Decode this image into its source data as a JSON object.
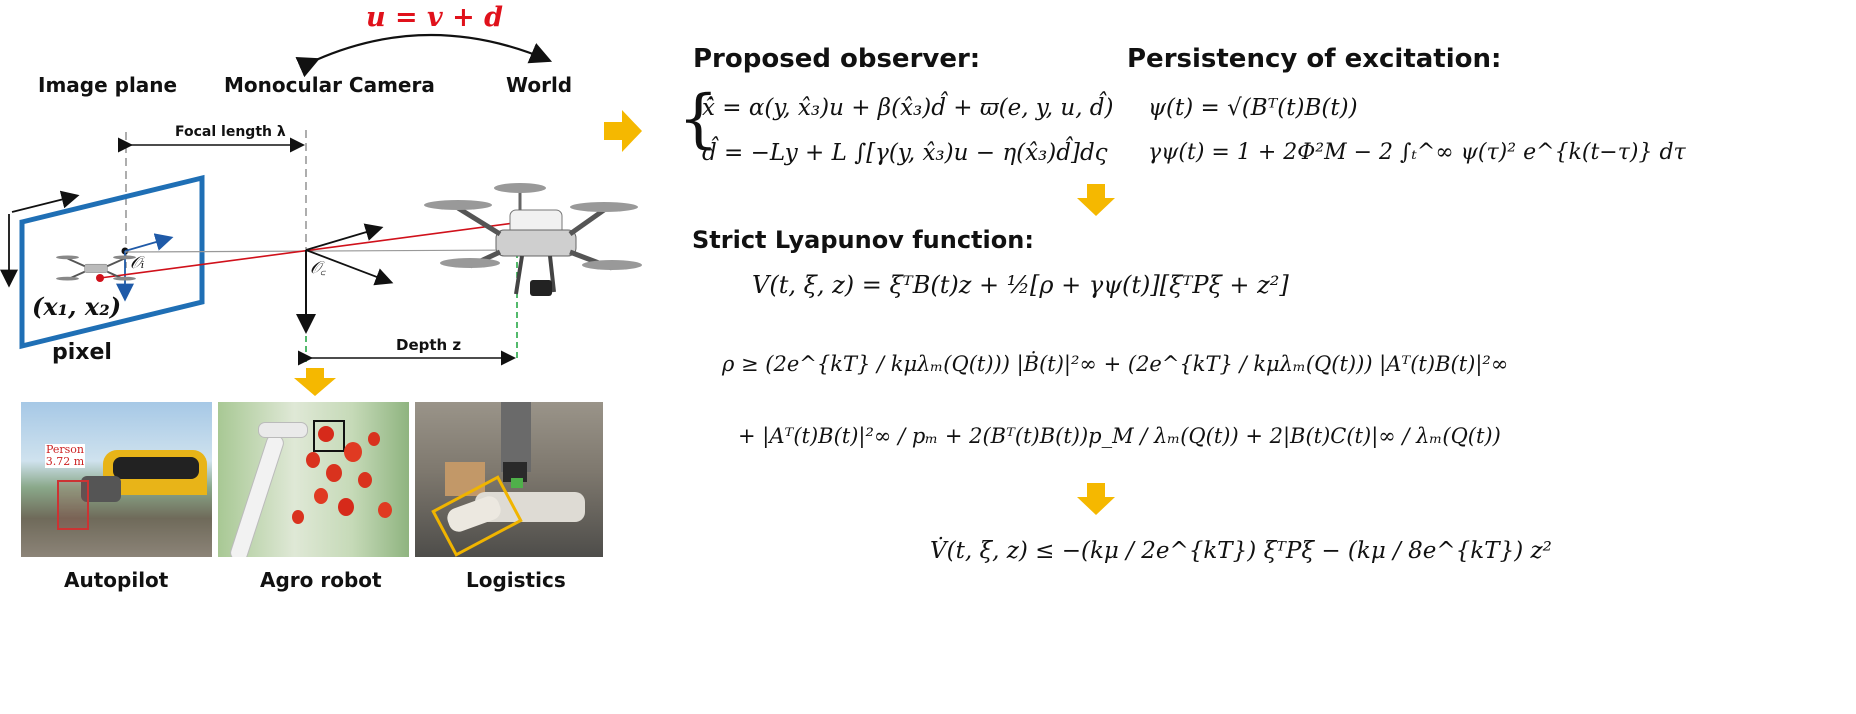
{
  "diagram": {
    "relation_eq": "u = v + d",
    "labels": {
      "image_plane": "Image plane",
      "camera": "Monocular Camera",
      "world": "World",
      "focal_length": "Focal length λ",
      "depth": "Depth z",
      "pixel_coords": "(x₁, x₂)",
      "pixel": "pixel",
      "oi": "𝒪ᵢ",
      "oc": "𝒪꜀"
    },
    "photos": [
      {
        "caption": "Autopilot",
        "tag_label": "Person",
        "tag_value": "3.72 m"
      },
      {
        "caption": "Agro robot"
      },
      {
        "caption": "Logistics"
      }
    ]
  },
  "observer": {
    "title": "Proposed observer:",
    "eq1": "x̂̇ = α(y, x̂₃)u + β(x̂₃)d̂ + ϖ(e, y, u, d̂)",
    "eq2": "d̂ = −Ly + L ∫[γ(y, x̂₃)u − η(x̂₃)d̂]dς"
  },
  "pe": {
    "title": "Persistency of excitation:",
    "eq1": "ψ(t) = √(Bᵀ(t)B(t))",
    "eq2": "γψ(t) = 1 + 2Φ²M − 2 ∫ₜ^∞ ψ(τ)² e^{k(t−τ)} dτ"
  },
  "lyapunov": {
    "title": "Strict Lyapunov function:",
    "V": "V(t, ξ, z) = ξᵀB(t)z + ½[ρ + γψ(t)][ξᵀPξ + z²]",
    "rho_line1": "ρ ≥ (2e^{kT} / kμλₘ(Q(t))) |Ḃ(t)|²∞ + (2e^{kT} / kμλₘ(Q(t))) |Aᵀ(t)B(t)|²∞",
    "rho_line2": "+ |Aᵀ(t)B(t)|²∞ / pₘ + 2(Bᵀ(t)B(t))p_M / λₘ(Q(t)) + 2|B(t)C(t)|∞ / λₘ(Q(t))",
    "Vdot": "V̇(t, ξ, z) ≤ −(kμ / 2e^{kT}) ξᵀPξ − (kμ / 8e^{kT}) z²"
  },
  "colors": {
    "arrow_gold": "#f5b800",
    "plane_blue": "#1f6fb5",
    "ray_red": "#d0111b",
    "guide_green": "#1aa33c",
    "eq_red": "#e0111b"
  }
}
